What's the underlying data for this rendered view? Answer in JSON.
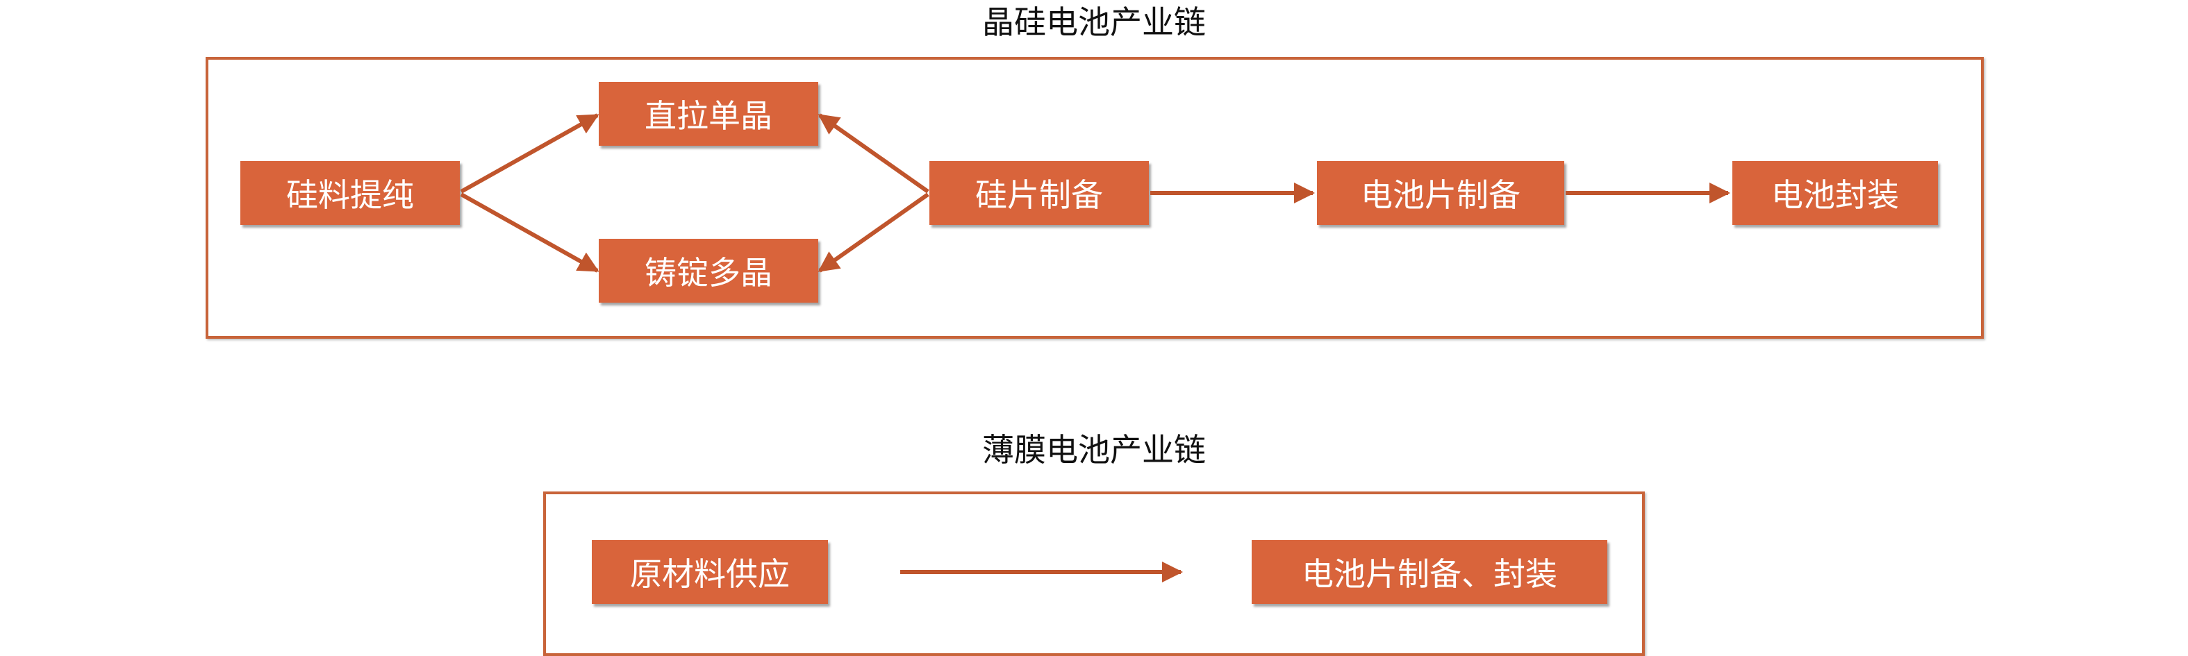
{
  "colors": {
    "accent": "#d9643b",
    "frame": "#c8643a",
    "arrow": "#c0552c",
    "text_on_accent": "#ffffff"
  },
  "crystalline": {
    "title": "晶硅电池产业链",
    "nodes": {
      "silicon_purification": "硅料提纯",
      "czochralski_mono": "直拉单晶",
      "cast_multi": "铸锭多晶",
      "wafer_prep": "硅片制备",
      "cell_prep": "电池片制备",
      "module_packaging": "电池封装"
    }
  },
  "thin_film": {
    "title": "薄膜电池产业链",
    "nodes": {
      "raw_material_supply": "原材料供应",
      "cell_prep_packaging": "电池片制备、封装"
    }
  }
}
